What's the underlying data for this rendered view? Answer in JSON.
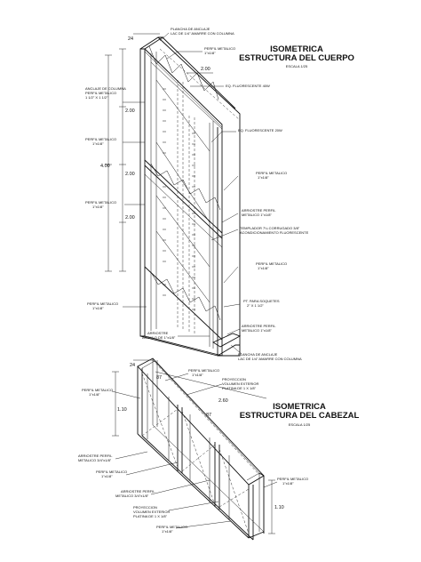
{
  "top": {
    "title_line1": "ISOMETRICA",
    "title_line2": "ESTRUCTURA DEL CUERPO",
    "scale": "ESCALA 1/25",
    "labels": {
      "plancha_top_1": "PLANCHA DE ANCLAJE",
      "plancha_top_2": "LAC DE 1/4\" AMARRE CON COLUMNA",
      "perfil_top_1": "PERFIL METALICO",
      "perfil_top_2": "1\"x1/8\"",
      "fluor40": "EQ. FLUORESCENTE 40W",
      "anclaje_1": "ANCLAJE DE COLUMNA",
      "anclaje_2": "PERFIL METALICO",
      "anclaje_3": "1 1/2\" X 1 1/2\"",
      "fluor20": "EQ. FLUORESCENTE 20W",
      "perfil_left_1": "PERFIL METALICO",
      "perfil_left_2": "1\"x1/8\"",
      "perfil_r1_1": "PERFIL METALICO",
      "perfil_r1_2": "1\"x1/8\"",
      "perfil_left2_1": "PERFIL METALICO",
      "perfil_left2_2": "1\"x1/8\"",
      "arriostre_r_1": "ARRIOSTRE PERFIL",
      "arriostre_r_2": "METALICO 1\"x1/8\"",
      "templ_1": "TEMPLADOR 7¼ CORRUGADO 3/8\"",
      "templ_2": "ACONDICIONAMIENTO FLUORESCENTE",
      "perfil_r2_1": "PERFIL METALICO",
      "perfil_r2_2": "1\"x1/8\"",
      "perfil_lb_1": "PERFIL METALICO",
      "perfil_lb_2": "1\"x1/8\"",
      "pt_1": "PT. PARA SOQUETES",
      "pt_2": "2\" X 1 1/2\"",
      "arriostre_r2_1": "ARRIOSTRE PERFIL",
      "arriostre_r2_2": "METALICO 1\"x1/8\"",
      "arriostre_b_1": "ARRIOSTRE",
      "arriostre_b_2": "ANGULO DE 1\"x1/8\"",
      "plancha_b_1": "PLANCHA DE ANCLAJE",
      "plancha_b_2": "LAC DE 1/4\" AMARRE CON COLUMNA"
    },
    "dims": {
      "d24": "24",
      "d200a": "2.00",
      "d200b": "2.00",
      "d400": "4.00",
      "d200c": "2.00",
      "d200d": "2.00"
    }
  },
  "bottom": {
    "title_line1": "ISOMETRICA",
    "title_line2": "ESTRUCTURA DEL CABEZAL",
    "scale": "ESCALA 1/25",
    "labels": {
      "perfil_top_1": "PERFIL METALICO",
      "perfil_top_2": "1\"x1/8\"",
      "proy_1": "PROYECCION",
      "proy_2": "VOLUMEN EXTERIOR",
      "proy_3": "PLATINA DE 1 X 1/8\"",
      "perfil_l_1": "PERFIL METALICO",
      "perfil_l_2": "1\"x1/8\"",
      "arr_l_1": "ARRIOSTRE PERFIL",
      "arr_l_2": "METALICO 3/4\"x1/8\"",
      "perfil_ml_1": "PERFIL METALICO",
      "perfil_ml_2": "1\"x1/8\"",
      "arr_b_1": "ARRIOSTRE PERFIL",
      "arr_b_2": "METALICO 3/4\"x1/8\"",
      "proy_b_1": "PROYECCION",
      "proy_b_2": "VOLUMEN EXTERIOR",
      "proy_b_3": "PLATINA DE 1 X 1/8\"",
      "perfil_b_1": "PERFIL METALICO",
      "perfil_b_2": "1\"x1/8\"",
      "perfil_r_1": "PERFIL METALICO",
      "perfil_r_2": "1\"x1/8\""
    },
    "dims": {
      "d24": "24",
      "d87a": "87",
      "d260": "2.60",
      "d87b": "87",
      "d110a": "1.10",
      "d110b": "1.10"
    }
  }
}
